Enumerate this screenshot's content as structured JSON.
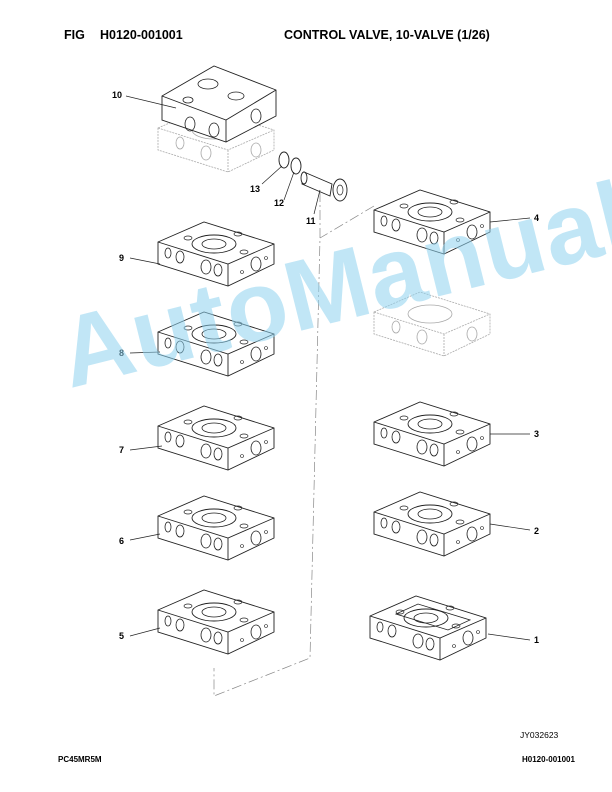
{
  "header": {
    "fig_label": "FIG",
    "fig_code": "H0120-001001",
    "title": "CONTROL VALVE, 10-VALVE (1/26)"
  },
  "callouts": [
    "10",
    "13",
    "12",
    "11",
    "4",
    "9",
    "8",
    "7",
    "3",
    "6",
    "2",
    "5",
    "1"
  ],
  "drawing_code": "JY032623",
  "footer": {
    "model": "PC45MR5M",
    "page_code": "H0120-001001"
  },
  "watermark": "AutoManual"
}
